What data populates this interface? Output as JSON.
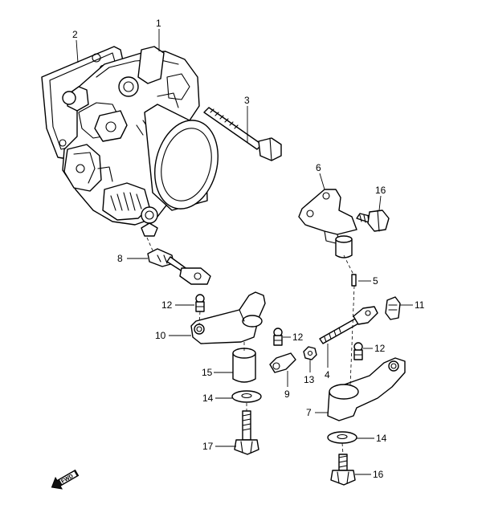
{
  "callouts": [
    {
      "id": "c1",
      "text": "1"
    },
    {
      "id": "c2",
      "text": "2"
    },
    {
      "id": "c3",
      "text": "3"
    },
    {
      "id": "c6",
      "text": "6"
    },
    {
      "id": "c16a",
      "text": "16"
    },
    {
      "id": "c8",
      "text": "8"
    },
    {
      "id": "c5",
      "text": "5"
    },
    {
      "id": "c12a",
      "text": "12"
    },
    {
      "id": "c11",
      "text": "11"
    },
    {
      "id": "c10",
      "text": "10"
    },
    {
      "id": "c12b",
      "text": "12"
    },
    {
      "id": "c12c",
      "text": "12"
    },
    {
      "id": "c15",
      "text": "15"
    },
    {
      "id": "c4",
      "text": "4"
    },
    {
      "id": "c13",
      "text": "13"
    },
    {
      "id": "c14a",
      "text": "14"
    },
    {
      "id": "c9",
      "text": "9"
    },
    {
      "id": "c7",
      "text": "7"
    },
    {
      "id": "c17",
      "text": "17"
    },
    {
      "id": "c14b",
      "text": "14"
    },
    {
      "id": "c16b",
      "text": "16"
    }
  ],
  "fwd_label": "FWD"
}
